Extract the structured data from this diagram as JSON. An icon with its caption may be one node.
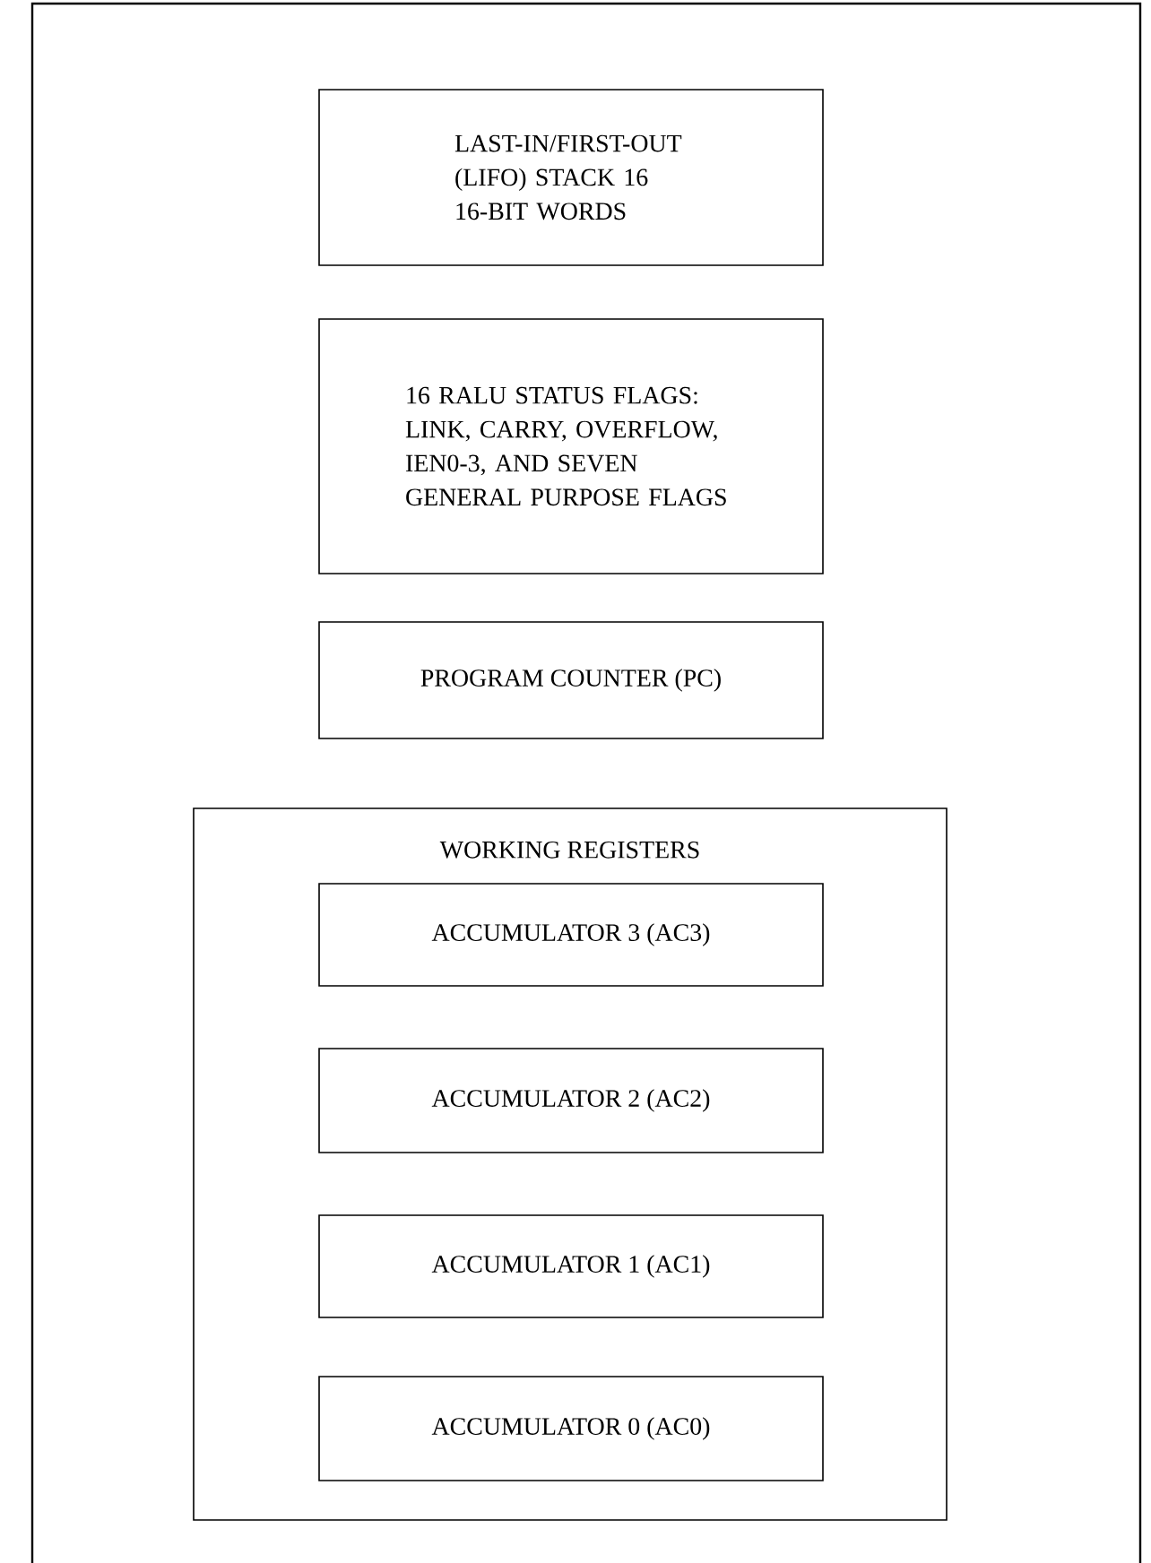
{
  "diagram": {
    "nodes": [
      {
        "text": [
          "LAST-IN/FIRST-OUT (LIFO) STACK 16 16-BIT WORDS"
        ]
      },
      {
        "text": [
          "16 RALU STATUS FLAGS: LINK, CARRY, OVERFLOW, IEN0-3, AND SEVEN GENERAL PURPOSE FLAGS"
        ]
      },
      {
        "text": [
          "PROGRAM COUNTER (PC)"
        ]
      },
      {
        "text": [
          "WORKING REGISTERS"
        ]
      },
      {
        "text": [
          "ACCUMULATOR 3 (AC3)"
        ],
        "in": 3
      },
      {
        "text": [
          "ACCUMULATOR 2 (AC2)"
        ],
        "in": 3
      },
      {
        "text": [
          "ACCUMULATOR 1 (AC1)"
        ],
        "in": 3
      },
      {
        "text": [
          "ACCUMULATOR 0 (AC0)"
        ],
        "in": 3
      }
    ]
  }
}
